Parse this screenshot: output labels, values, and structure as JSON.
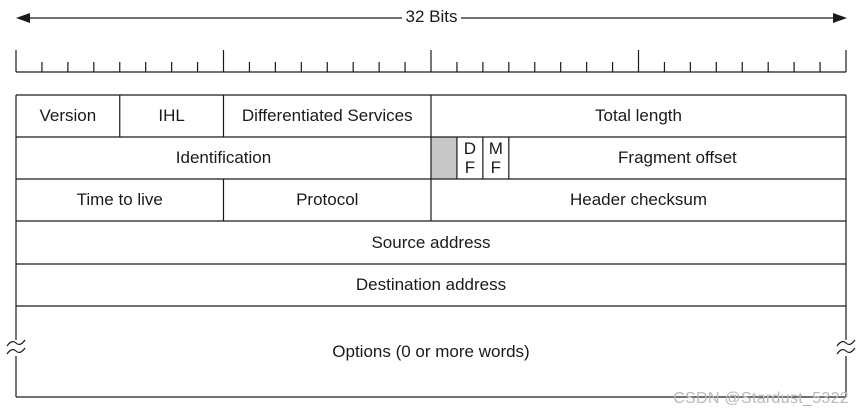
{
  "diagram": {
    "width_label": "32 Bits",
    "rows": [
      {
        "fields": [
          {
            "label": "Version",
            "bits": 4
          },
          {
            "label": "IHL",
            "bits": 4
          },
          {
            "label": "Differentiated Services",
            "bits": 8
          },
          {
            "label": "Total length",
            "bits": 16
          }
        ]
      },
      {
        "fields": [
          {
            "label": "Identification",
            "bits": 16
          },
          {
            "label": "",
            "bits": 1,
            "reserved": true
          },
          {
            "label": "DF",
            "bits": 1,
            "stacked": [
              "D",
              "F"
            ]
          },
          {
            "label": "MF",
            "bits": 1,
            "stacked": [
              "M",
              "F"
            ]
          },
          {
            "label": "Fragment offset",
            "bits": 13
          }
        ]
      },
      {
        "fields": [
          {
            "label": "Time to live",
            "bits": 8
          },
          {
            "label": "Protocol",
            "bits": 8
          },
          {
            "label": "Header checksum",
            "bits": 16
          }
        ]
      },
      {
        "fields": [
          {
            "label": "Source address",
            "bits": 32
          }
        ]
      },
      {
        "fields": [
          {
            "label": "Destination address",
            "bits": 32
          }
        ]
      },
      {
        "fields": [
          {
            "label": "Options (0 or more words)",
            "bits": 32
          }
        ],
        "tall": true
      }
    ]
  },
  "watermark": "CSDN @Stardust_5322"
}
